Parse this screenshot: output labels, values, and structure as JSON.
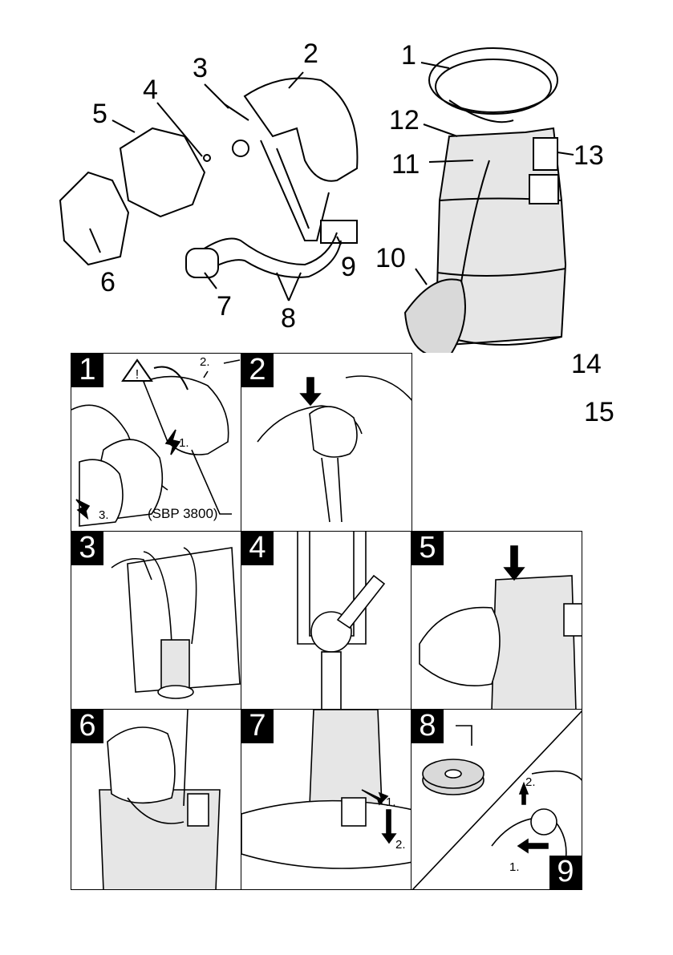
{
  "overview": {
    "part_numbers": [
      "1",
      "2",
      "3",
      "4",
      "5",
      "6",
      "7",
      "8",
      "9",
      "10",
      "11",
      "12",
      "13",
      "14",
      "15"
    ]
  },
  "panels": [
    {
      "number": "1",
      "steps": [
        "1.",
        "2.",
        "3."
      ],
      "model_note": "(SBP 3800)"
    },
    {
      "number": "2"
    },
    {
      "number": "3"
    },
    {
      "number": "4"
    },
    {
      "number": "5"
    },
    {
      "number": "6"
    },
    {
      "number": "7",
      "steps": [
        "1.",
        "2."
      ]
    },
    {
      "number": "8"
    },
    {
      "number": "9",
      "steps": [
        "1.",
        "2."
      ]
    }
  ],
  "colors": {
    "line": "#000000",
    "fill_gray": "#d9d9d9",
    "bg": "#ffffff"
  },
  "icons": [
    "warning-triangle-icon",
    "arrow-icon"
  ]
}
